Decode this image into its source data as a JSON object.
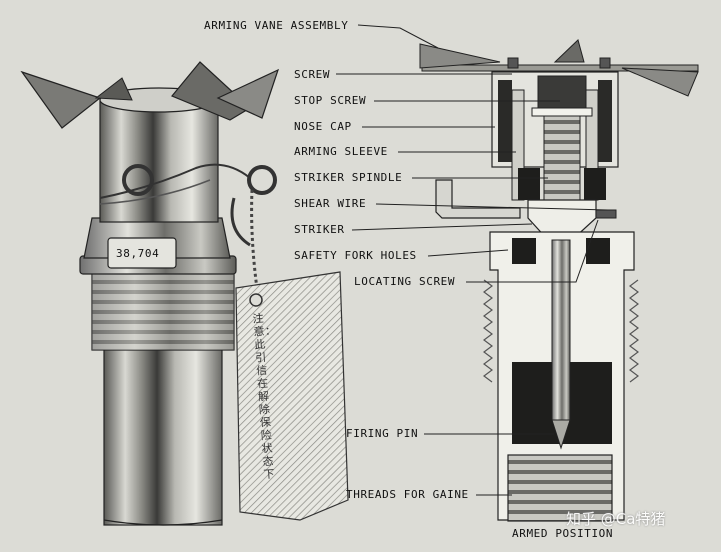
{
  "figure": {
    "labels": {
      "arming_vane_assembly": "ARMING VANE ASSEMBLY",
      "screw": "SCREW",
      "stop_screw": "STOP SCREW",
      "nose_cap": "NOSE CAP",
      "arming_sleeve": "ARMING SLEEVE",
      "striker_spindle": "STRIKER SPINDLE",
      "shear_wire": "SHEAR WIRE",
      "striker": "STRIKER",
      "safety_fork_holes": "SAFETY FORK HOLES",
      "locating_screw": "LOCATING SCREW",
      "firing_pin": "FIRING PIN",
      "threads_for_gaine": "THREADS FOR GAINE",
      "armed_position": "ARMED POSITION"
    },
    "serial_number": "38,704",
    "tag_text": "注意：此引信在解除保险状态下",
    "watermark": "知乎 @Ca特猪"
  }
}
